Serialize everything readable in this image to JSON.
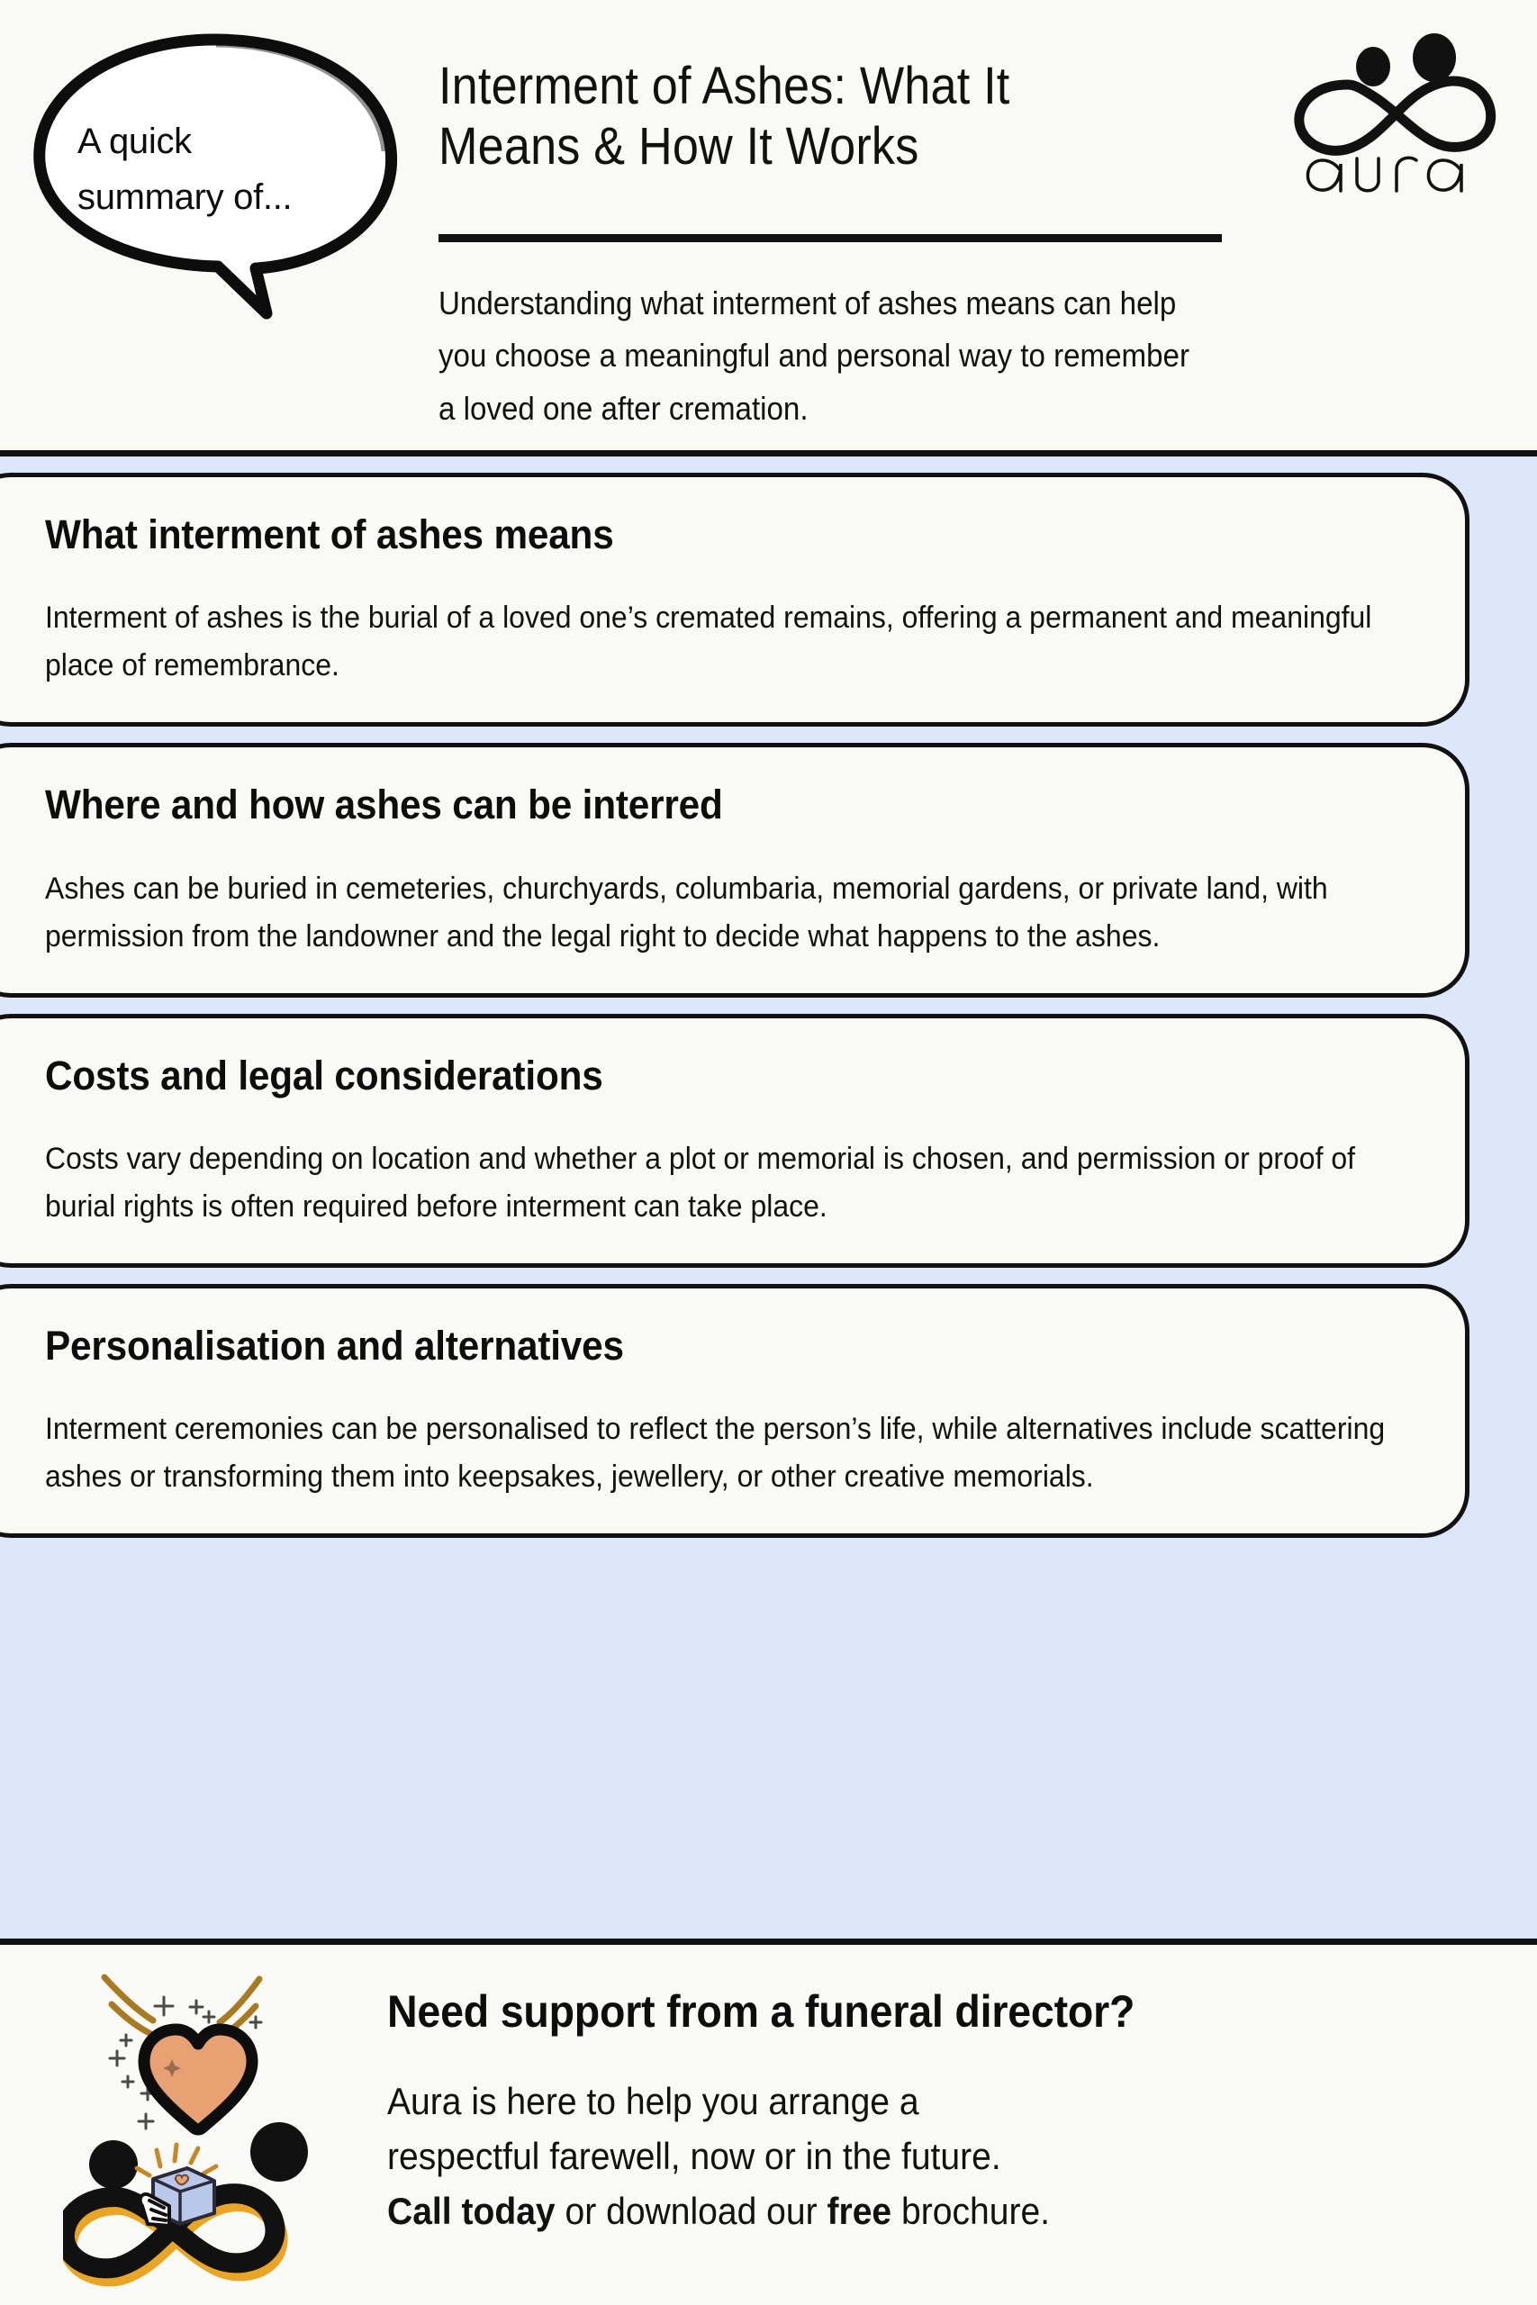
{
  "header": {
    "bubble_text": "A quick summary of...",
    "title": "Interment of Ashes: What It Means & How It Works",
    "subtitle": "Understanding what interment of ashes means can help you choose a meaningful and personal way to remember a loved one after cremation.",
    "logo_wordmark": "aura"
  },
  "cards": [
    {
      "title": "What interment of ashes means",
      "body": "Interment of ashes is the burial of a loved one’s cremated remains, offering a permanent and meaningful place of remembrance."
    },
    {
      "title": "Where and how ashes can be interred",
      "body": "Ashes can be buried in cemeteries, churchyards, columbaria, memorial gardens, or private land, with permission from the landowner and the legal right to decide what happens to the ashes."
    },
    {
      "title": "Costs and legal considerations",
      "body": "Costs vary depending on location and whether a plot or memorial is chosen, and permission or proof of burial rights is often required before interment can take place."
    },
    {
      "title": "Personalisation and alternatives",
      "body": "Interment ceremonies can be personalised to reflect the person’s life, while alternatives include scattering ashes or transforming them into keepsakes, jewellery, or other creative memorials."
    }
  ],
  "footer": {
    "heading": "Need support from a funeral director?",
    "line1": "Aura is here to help you arrange a",
    "line2": "respectful farewell,  now or in the future.",
    "line3_bold_a": "Call today",
    "line3_mid": " or download our ",
    "line3_bold_b": "free",
    "line3_end": " brochure."
  },
  "colors": {
    "page_background": "#f9f9f6",
    "body_background": "#dce7fb",
    "card_background": "#f9f9f6",
    "ink": "#111111",
    "heart_fill": "#e8a173",
    "accent_gold": "#e9a526",
    "gift_blue": "#b9c7e8"
  }
}
